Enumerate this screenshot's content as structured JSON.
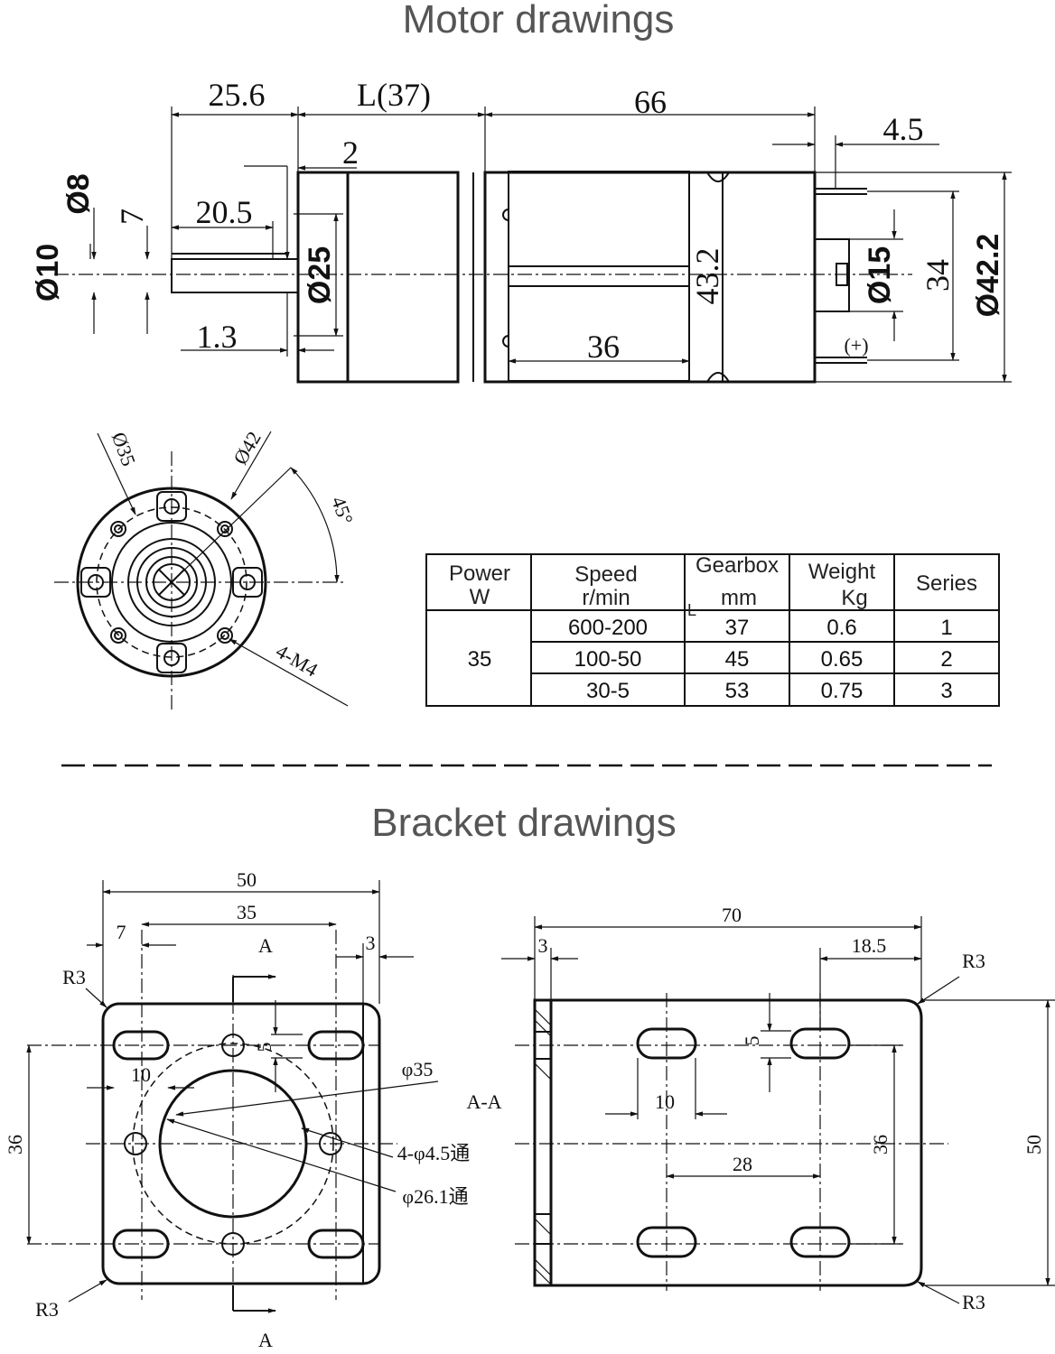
{
  "titles": {
    "motor": "Motor drawings",
    "bracket": "Bracket drawings"
  },
  "motor_side": {
    "d_25_6": "25.6",
    "d_L37": "L(37)",
    "d_66": "66",
    "d_4_5": "4.5",
    "d_2": "2",
    "d_phi8": "Ø8",
    "d_7": "7",
    "d_20_5": "20.5",
    "d_phi10": "Ø10",
    "d_phi25": "Ø25",
    "d_1_3": "1.3",
    "d_43_2": "43.2",
    "d_36": "36",
    "d_phi15": "Ø15",
    "d_34": "34",
    "d_phi42_2": "Ø42.2",
    "plus": "(+)"
  },
  "motor_front": {
    "d_phi35": "Ø35",
    "d_phi42": "Ø42",
    "d_45": "45°",
    "d_4m4": "4-M4"
  },
  "spec_table": {
    "headers": [
      [
        "Power",
        "W"
      ],
      [
        "Speed",
        "r/min"
      ],
      [
        "Gearbox",
        "L",
        "mm"
      ],
      [
        "Weight",
        "Kg"
      ],
      [
        "Series"
      ]
    ],
    "power": "35",
    "rows": [
      [
        "600-200",
        "37",
        "0.6",
        "1"
      ],
      [
        "100-50",
        "45",
        "0.65",
        "2"
      ],
      [
        "30-5",
        "53",
        "0.75",
        "3"
      ]
    ]
  },
  "bracket_front": {
    "d_50": "50",
    "d_35": "35",
    "d_7": "7",
    "d_A_top": "A",
    "d_3": "3",
    "d_R3_top": "R3",
    "d_5": "5",
    "d_10": "10",
    "d_phi35": "φ35",
    "d_36": "36",
    "d_4phi4_5": "4-φ4.5通",
    "d_phi26_1": "φ26.1通",
    "d_R3_bot": "R3",
    "d_A_bot": "A"
  },
  "bracket_side": {
    "d_AA": "A-A",
    "d_70": "70",
    "d_3": "3",
    "d_18_5": "18.5",
    "d_R3_top": "R3",
    "d_5": "5",
    "d_10": "10",
    "d_28": "28",
    "d_36": "36",
    "d_50": "50",
    "d_R3_bot": "R3"
  }
}
